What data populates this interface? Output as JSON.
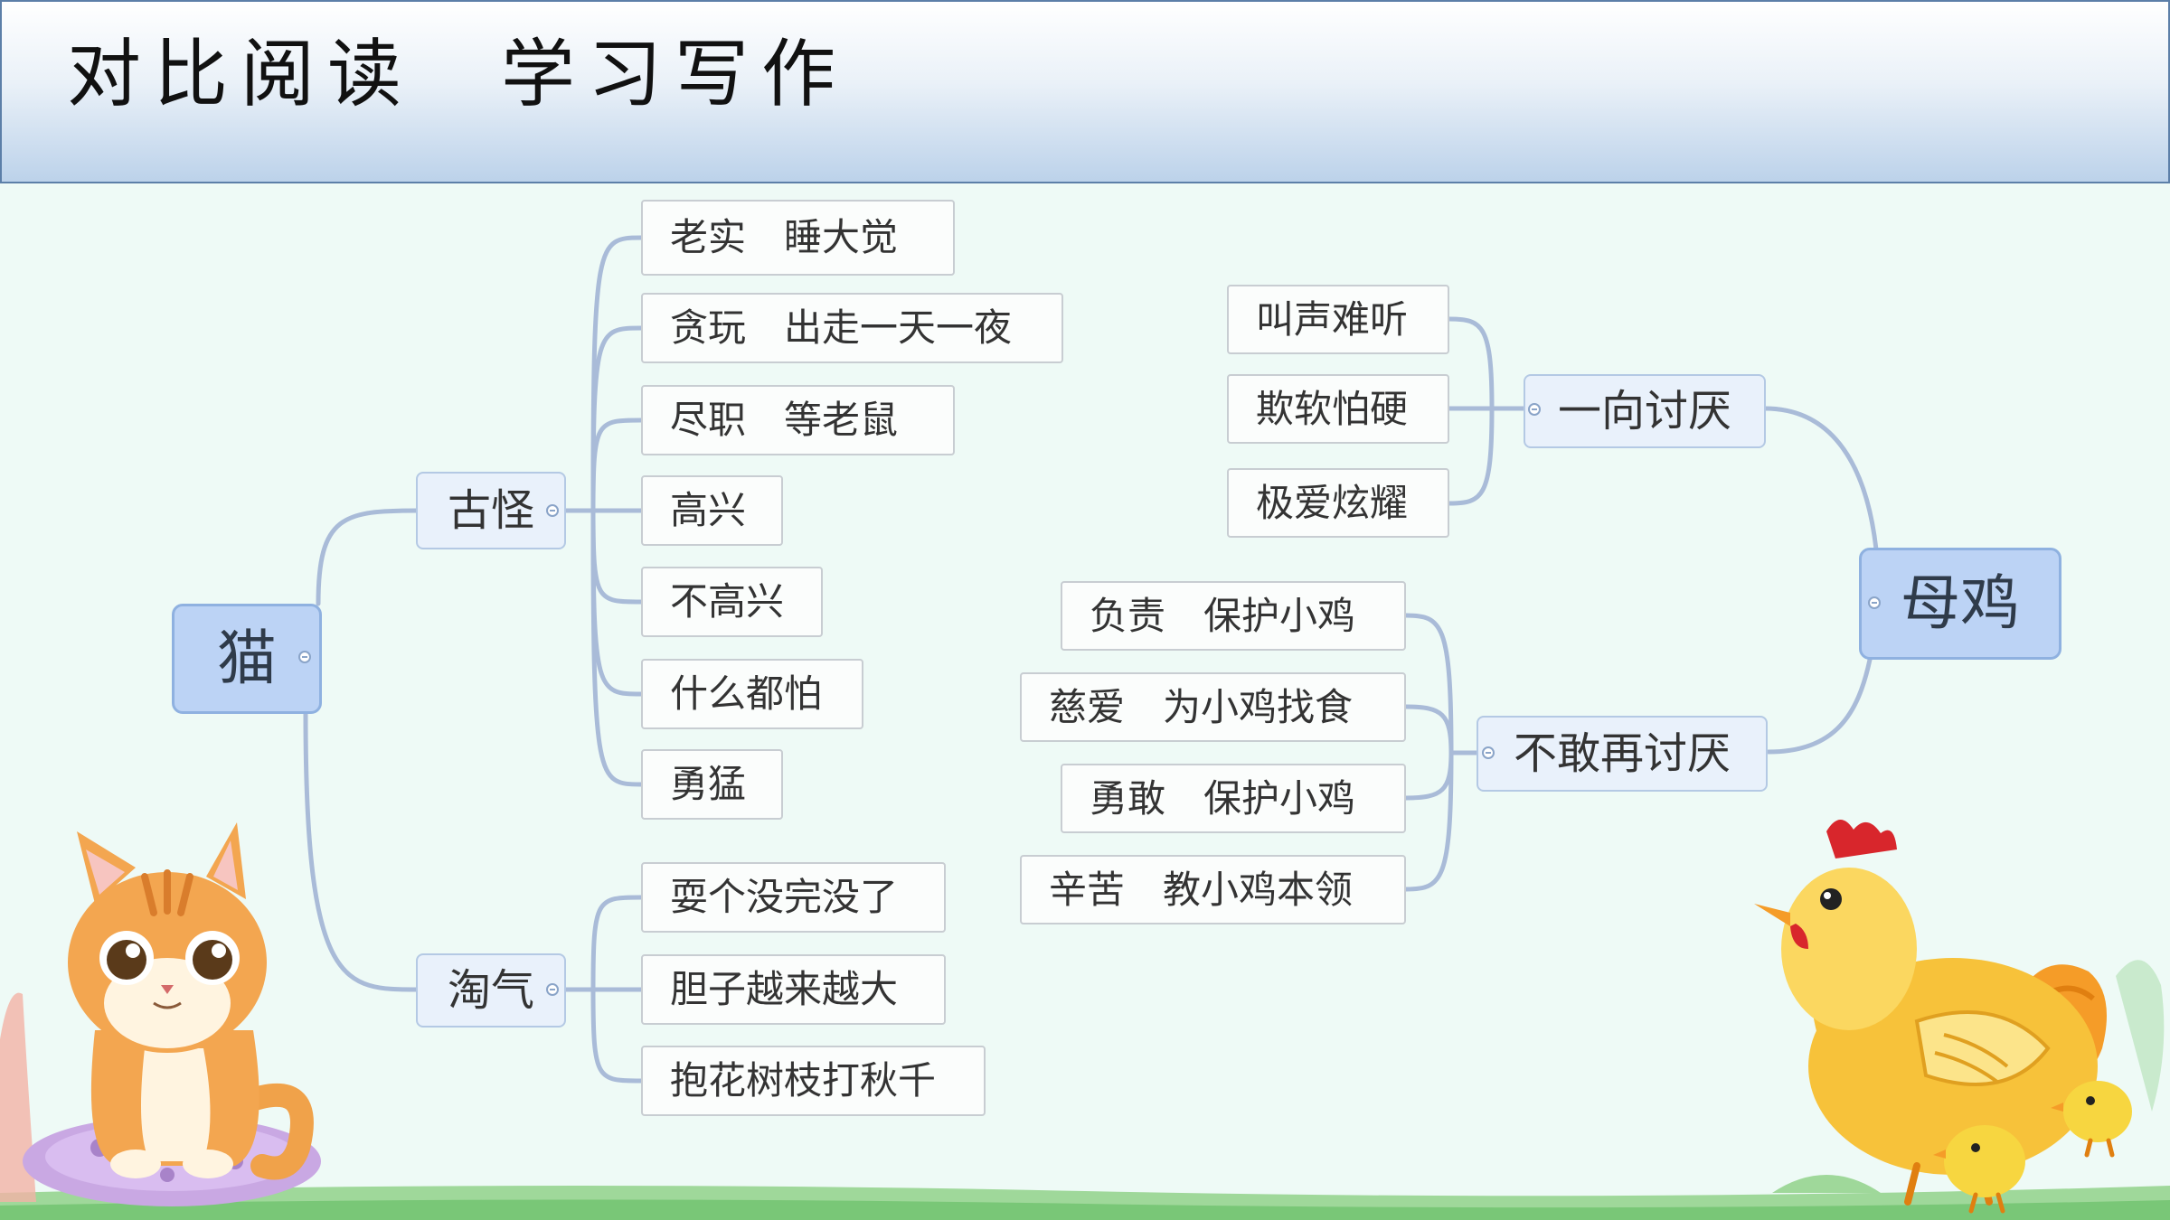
{
  "header": {
    "title": "对比阅读　学习写作"
  },
  "mindmap": {
    "cat": {
      "label": "猫",
      "gu_guai": {
        "label": "古怪",
        "items": [
          "老实　睡大觉",
          "贪玩　出走一天一夜",
          "尽职　等老鼠",
          "高兴",
          "不高兴",
          "什么都怕",
          "勇猛"
        ]
      },
      "tao_qi": {
        "label": "淘气",
        "items": [
          "耍个没完没了",
          "胆子越来越大",
          "抱花树枝打秋千"
        ]
      }
    },
    "hen": {
      "label": "母鸡",
      "yi_xiang": {
        "label": "一向讨厌",
        "items": [
          "叫声难听",
          "欺软怕硬",
          "极爱炫耀"
        ]
      },
      "bu_gan": {
        "label": "不敢再讨厌",
        "items": [
          "负责　保护小鸡",
          "慈爱　为小鸡找食",
          "勇敢　保护小鸡",
          "辛苦　教小鸡本领"
        ]
      }
    }
  },
  "colors": {
    "line": "#a9bbd8",
    "root_fill": "#bcd3f5",
    "branch_fill": "#e9f1fb",
    "header_bottom": "#bcd2ea"
  }
}
